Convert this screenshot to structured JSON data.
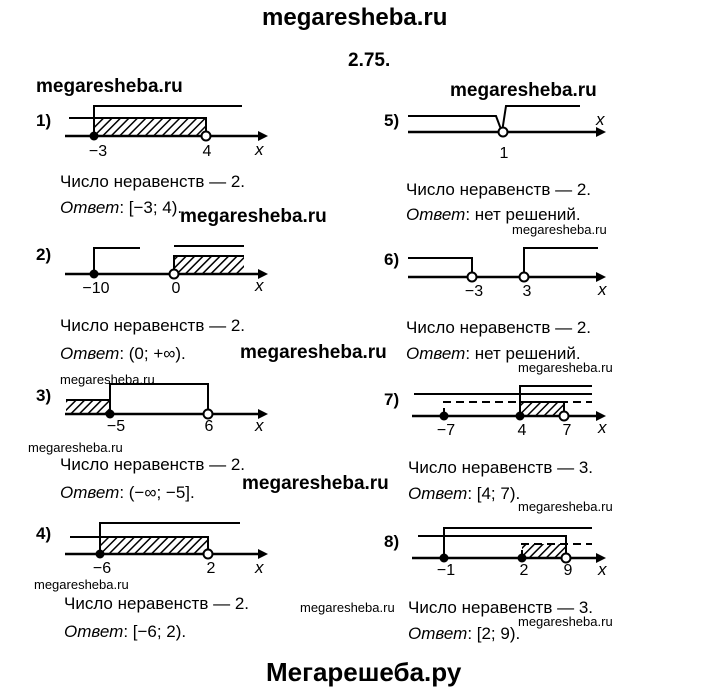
{
  "header": {
    "site": "megaresheba.ru",
    "problem_number": "2.75."
  },
  "footer": {
    "site": "Мегарешеба.ру"
  },
  "watermarks": {
    "big_top": "megaresheba.ru",
    "mid": "megaresheba.ru",
    "small": "megaresheba.ru"
  },
  "axis_label": "x",
  "count_prefix": "Число неравенств — ",
  "answer_label": "Ответ",
  "problems": [
    {
      "number": "1)",
      "ticks": [
        "−3",
        "4"
      ],
      "count": "2.",
      "answer": ": [−3; 4)."
    },
    {
      "number": "2)",
      "ticks": [
        "−10",
        "0"
      ],
      "count": "2.",
      "answer": ": (0; +∞)."
    },
    {
      "number": "3)",
      "ticks": [
        "−5",
        "6"
      ],
      "count": "2.",
      "answer": ": (−∞; −5]."
    },
    {
      "number": "4)",
      "ticks": [
        "−6",
        "2"
      ],
      "count": "2.",
      "answer": ": [−6; 2)."
    },
    {
      "number": "5)",
      "ticks": [
        "1"
      ],
      "count": "2.",
      "answer": ": нет решений."
    },
    {
      "number": "6)",
      "ticks": [
        "−3",
        "3"
      ],
      "count": "2.",
      "answer": ": нет решений."
    },
    {
      "number": "7)",
      "ticks": [
        "−7",
        "4",
        "7"
      ],
      "count": "3.",
      "answer": ": [4; 7)."
    },
    {
      "number": "8)",
      "ticks": [
        "−1",
        "2",
        "9"
      ],
      "count": "3.",
      "answer": ": [2; 9)."
    }
  ]
}
